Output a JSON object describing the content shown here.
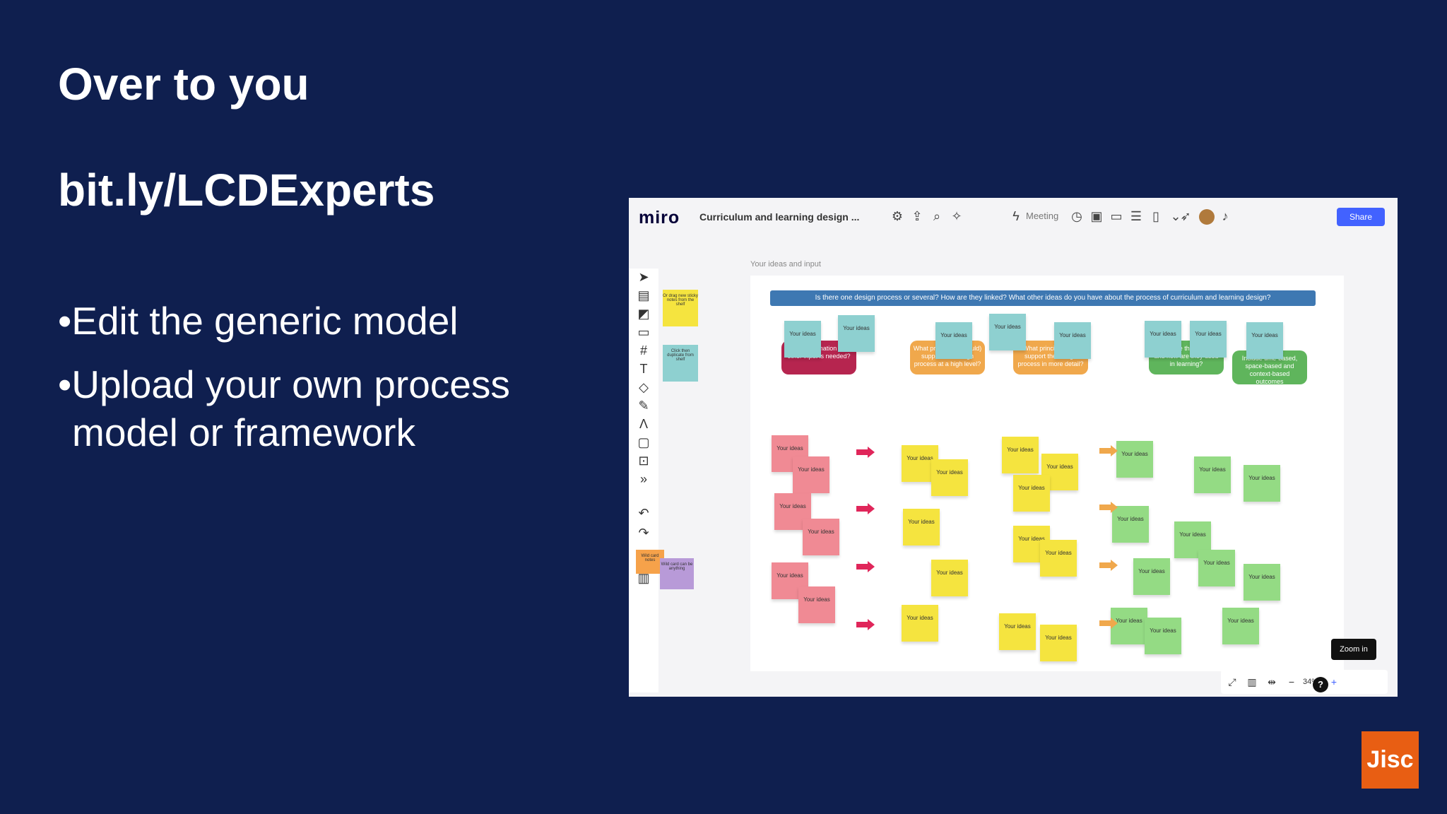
{
  "slide": {
    "title": "Over to you",
    "link": "bit.ly/LCDExperts",
    "bullets": [
      "Edit the generic model",
      "Upload your own process model or framework"
    ],
    "logo": "Jisc"
  },
  "miro": {
    "logo": "miro",
    "board_name": "Curriculum and learning design ...",
    "meeting_label": "Meeting",
    "share_label": "Share",
    "canvas_label": "Your ideas and input",
    "banner": "Is there one design process or several? How are they linked? What other ideas do you have about the process of curriculum and learning design?",
    "note_text": "Your ideas",
    "bubbles": [
      "What information and other input is needed?",
      "What principles (should) support the design process at a high level?",
      "What principles can support the design process in more detail?",
      "What are the outputs and how are they used in learning?",
      "Include time-based, space-based and context-based outcomes"
    ],
    "side_notes": [
      "Or drag new sticky notes from the shelf",
      "Click then duplicate from shelf",
      "Wild card notes",
      "Wild card can be anything"
    ],
    "zoom_tooltip": "Zoom in",
    "zoom_level": "34%",
    "help": "?",
    "colors": {
      "background": "#0f1f4f",
      "accent": "#4262ff",
      "jisc": "#e85e13"
    }
  }
}
